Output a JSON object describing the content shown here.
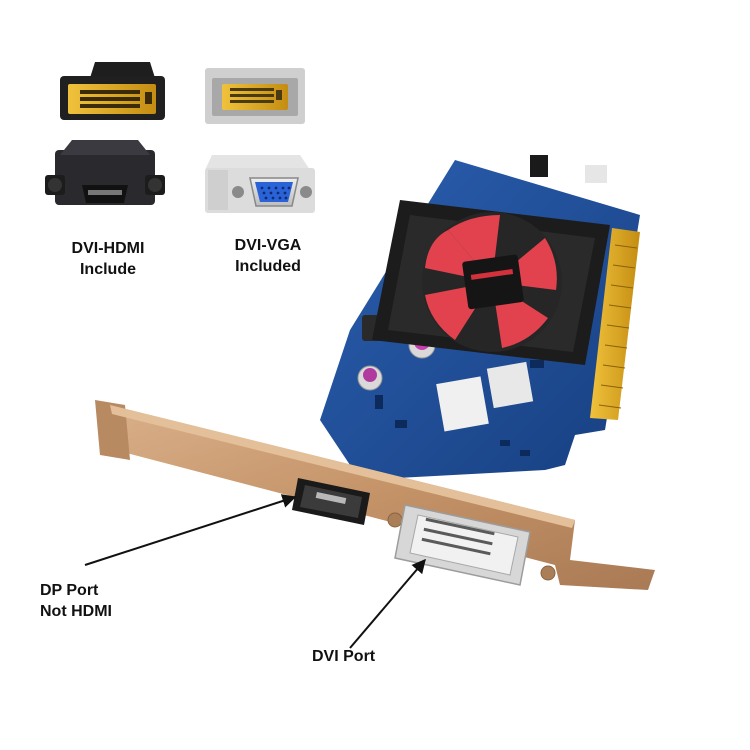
{
  "labels": {
    "dvi_hdmi": {
      "line1": "DVI-HDMI",
      "line2": "Include"
    },
    "dvi_vga": {
      "line1": "DVI-VGA",
      "line2": "Included"
    },
    "dp_port": {
      "line1": "DP Port",
      "line2": "Not HDMI"
    },
    "dvi_port": {
      "line1": "DVI Port"
    }
  },
  "colors": {
    "pcb": "#1f4f9a",
    "bracket": "#c79a70",
    "fan": "#e2424d",
    "heatsink": "#1c1c1c",
    "gold_contacts": "#d9a521",
    "vga_blue": "#2a62d8"
  }
}
